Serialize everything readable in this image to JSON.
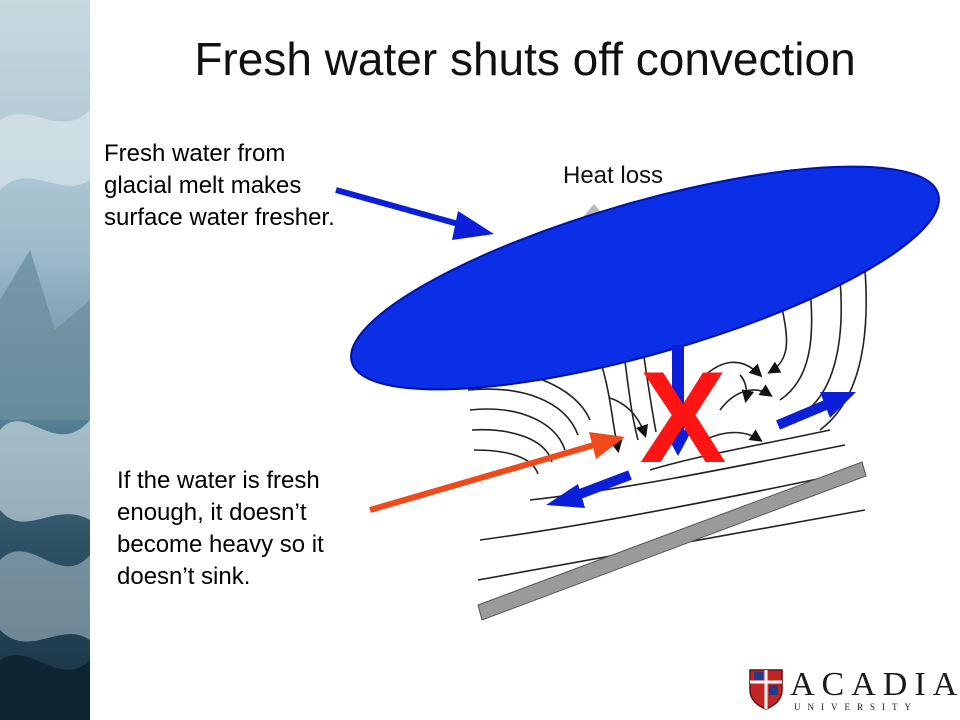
{
  "slide": {
    "title": "Fresh water shuts off convection",
    "note_top": "Fresh water from glacial melt makes surface water fresher.",
    "note_bottom": "If the water is fresh enough, it doesn’t become heavy so it doesn’t sink.",
    "heat_label": "Heat loss",
    "x_mark": "X"
  },
  "logo": {
    "word": "ACADIA",
    "sub": "UNIVERSITY",
    "icon": "shield-crest-icon"
  },
  "colors": {
    "fresh_lens": "#0a2fe6",
    "arrow_blue": "#0b1fd8",
    "arrow_red": "#f04a1c",
    "x_mark": "#ff1414",
    "seafloor": "#9a9a9a"
  }
}
